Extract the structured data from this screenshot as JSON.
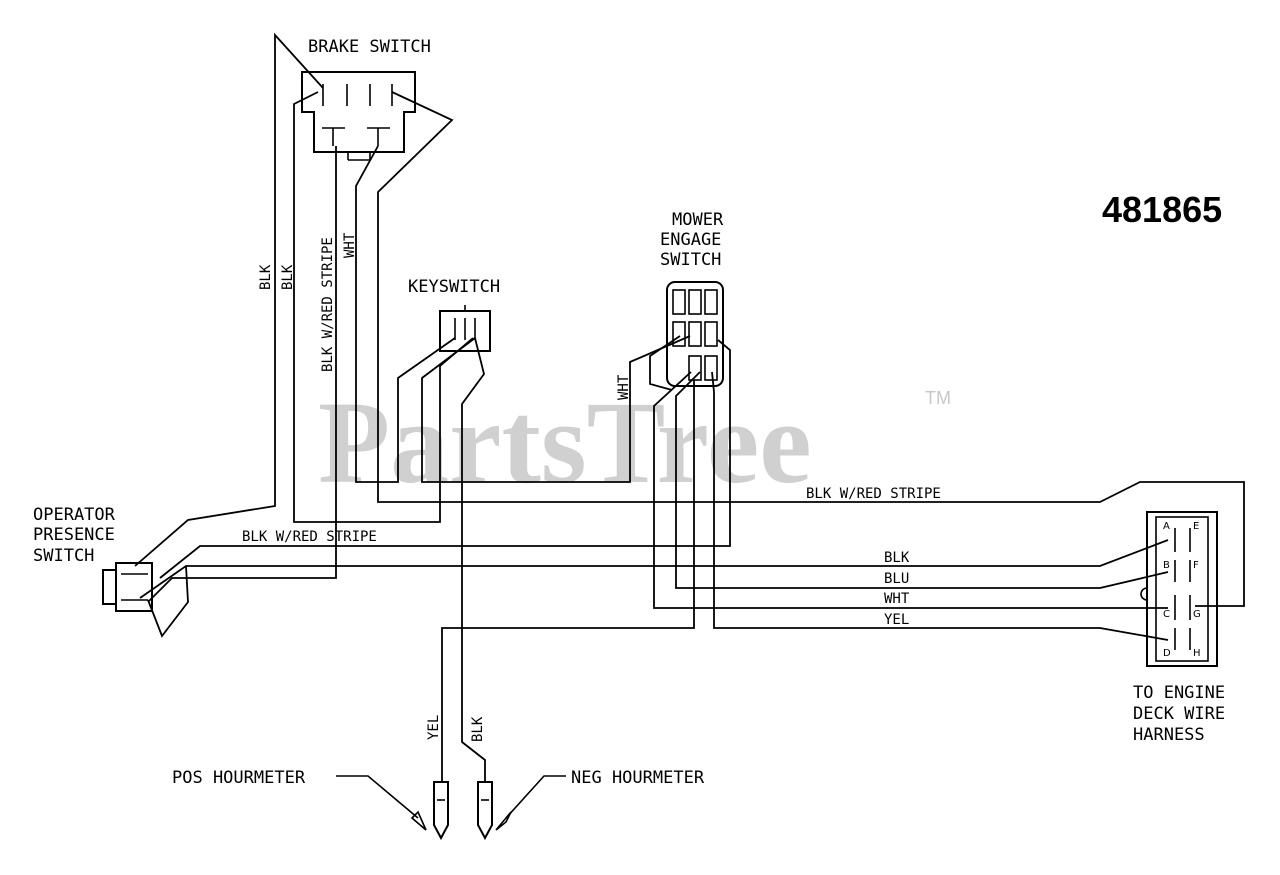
{
  "part_number": "481865",
  "watermark": {
    "text": "PartsTree",
    "mark": "TM"
  },
  "components": {
    "brake_switch": "BRAKE SWITCH",
    "keyswitch": "KEYSWITCH",
    "mower_engage": [
      "MOWER",
      "ENGAGE",
      "SWITCH"
    ],
    "operator_presence": [
      "OPERATOR",
      "PRESENCE",
      "SWITCH"
    ],
    "harness": [
      "TO ENGINE",
      "DECK WIRE",
      "HARNESS"
    ],
    "pos_hourmeter": "POS HOURMETER",
    "neg_hourmeter": "NEG HOURMETER"
  },
  "wire_labels": {
    "blk_1": "BLK",
    "blk_2": "BLK",
    "blk_red_vertical": "BLK W/RED STRIPE",
    "wht_brake": "WHT",
    "wht_mower": "WHT",
    "blk_red_top": "BLK W/RED STRIPE",
    "blk_red_mid": "BLK W/RED STRIPE",
    "blk_h": "BLK",
    "blu_h": "BLU",
    "wht_h": "WHT",
    "yel_h": "YEL",
    "yel_hour": "YEL",
    "blk_hour": "BLK"
  },
  "connector_pins": [
    "A",
    "B",
    "C",
    "D",
    "E",
    "F",
    "G",
    "H"
  ]
}
